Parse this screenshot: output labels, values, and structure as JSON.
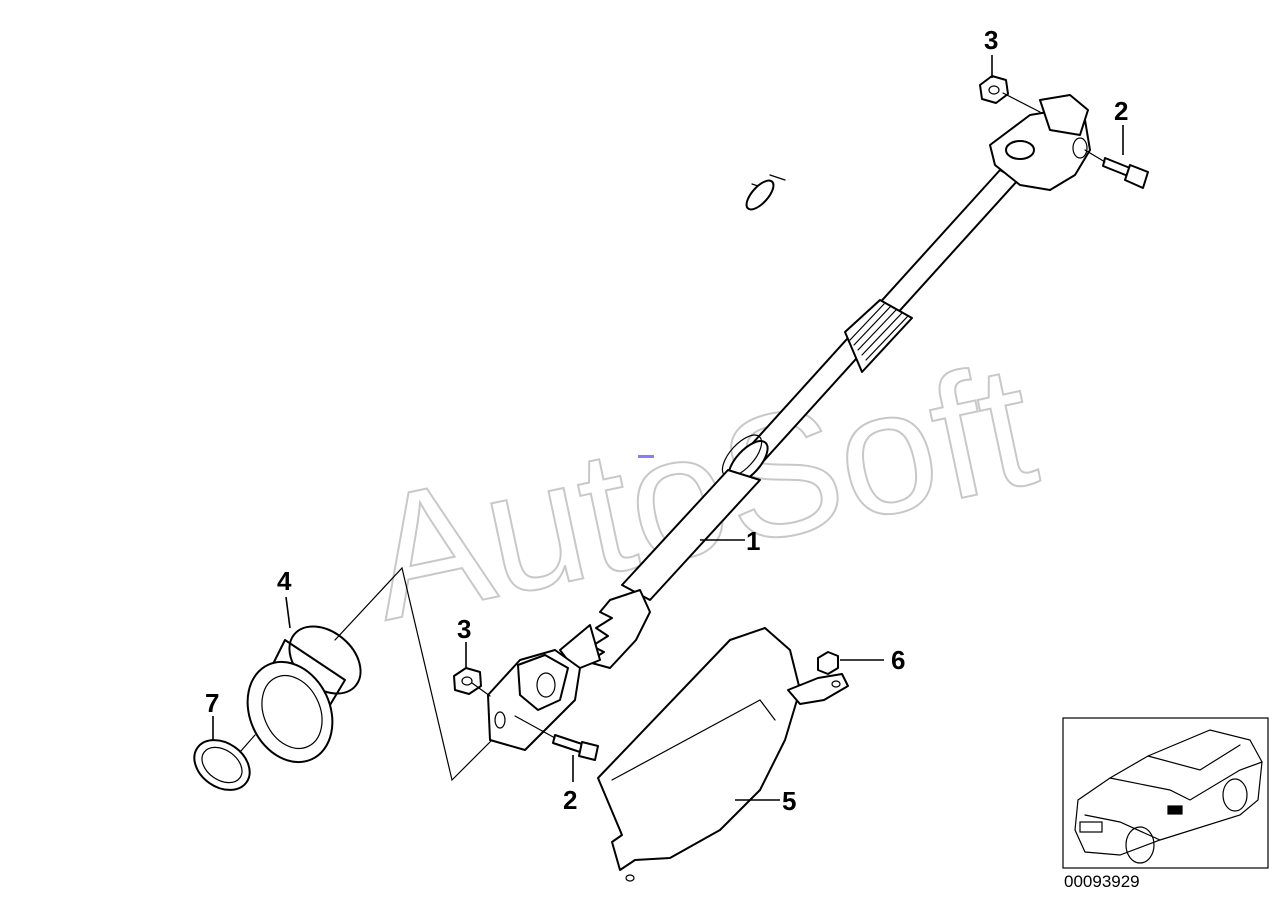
{
  "watermark": {
    "text": "AutoSoft",
    "color": "#c8c8c8"
  },
  "labels": {
    "part1": "1",
    "part2_upper": "2",
    "part2_lower": "2",
    "part3_upper": "3",
    "part3_lower": "3",
    "part4": "4",
    "part5": "5",
    "part6": "6",
    "part7": "7"
  },
  "diagram_id": "00093929",
  "colors": {
    "line": "#000000",
    "background": "#ffffff",
    "marker": "#8080ff"
  }
}
